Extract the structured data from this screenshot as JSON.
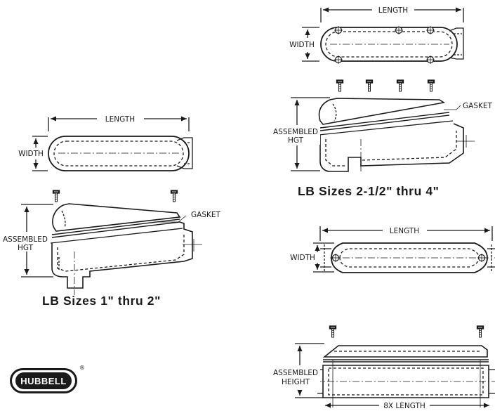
{
  "labels": {
    "length": "LENGTH",
    "width": "WIDTH",
    "gasket": "GASKET",
    "assembled": "ASSEMBLED",
    "hgt": "HGT",
    "height": "HEIGHT",
    "length_8x": "8X LENGTH"
  },
  "captions": {
    "small": "LB Sizes 1\" thru 2\"",
    "large": "LB Sizes 2-1/2\" thru 4\""
  },
  "brand": {
    "name": "HUBBELL",
    "mark": "®"
  }
}
